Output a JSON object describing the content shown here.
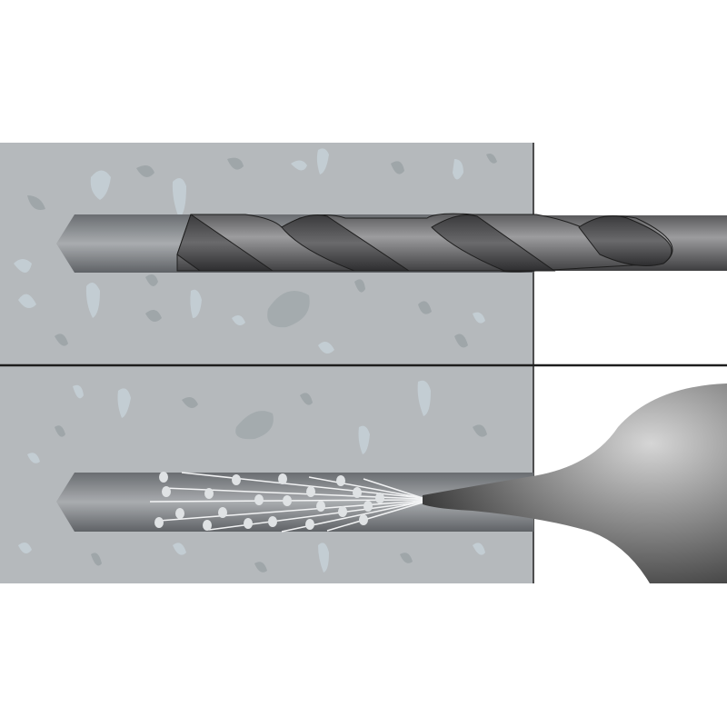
{
  "illustration": {
    "panels": [
      {
        "step": "drilling",
        "tool": "drill-bit"
      },
      {
        "step": "blowing-out",
        "tool": "blow-out-pump"
      }
    ],
    "colors": {
      "concrete": "#b5b9bc",
      "aggregate_light": "#c3cdd3",
      "aggregate_dark": "#9fa6a9",
      "hole": "#7d8084",
      "steel_dark": "#4a4a4c",
      "steel_light": "#a8a8aa",
      "outline": "#1e1e1e",
      "dust": "#e6e8ea"
    }
  }
}
